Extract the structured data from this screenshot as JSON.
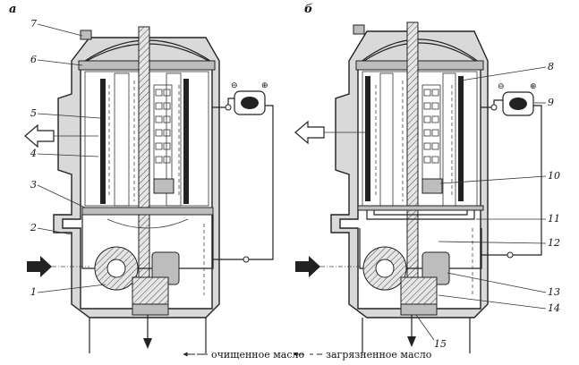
{
  "panels": {
    "a": "а",
    "b": "б"
  },
  "labels_left": [
    "7",
    "6",
    "5",
    "4",
    "3",
    "2",
    "1"
  ],
  "labels_right": [
    "8",
    "9",
    "10",
    "11",
    "12",
    "13",
    "14",
    "15"
  ],
  "gauge_symbols": {
    "minus": "⊖",
    "plus": "⊕"
  },
  "legend": {
    "clean": "очищенное масло",
    "dirty": "загрязненное масло"
  }
}
